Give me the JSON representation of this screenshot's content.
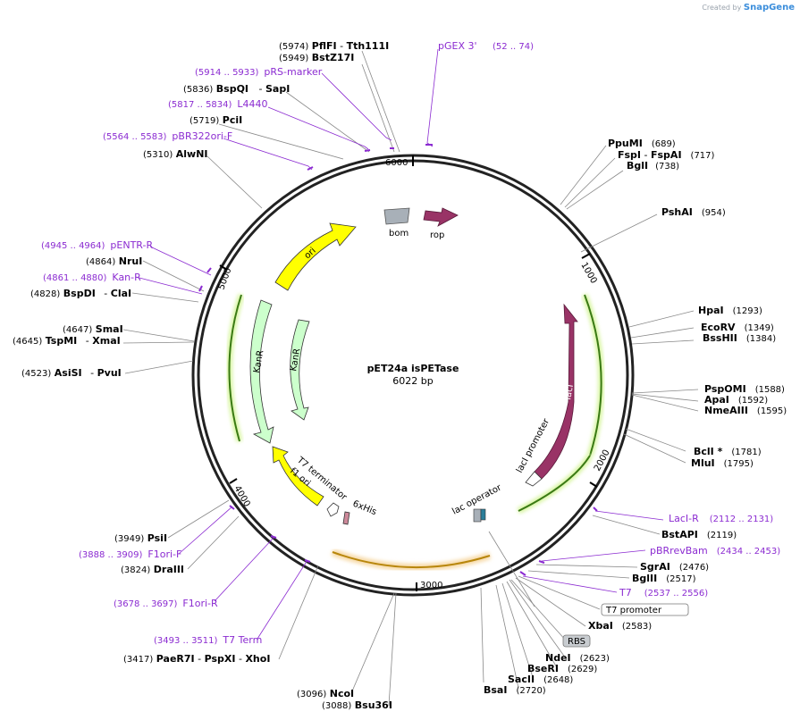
{
  "credit": {
    "prefix": "Created by",
    "brand": "SnapGene"
  },
  "plasmid": {
    "name": "pET24a isPETase",
    "size": "6022 bp"
  },
  "ticks": [
    "1000",
    "2000",
    "3000",
    "4000",
    "5000",
    "6000"
  ],
  "features": {
    "bom": "bom",
    "rop": "rop",
    "ori": "ori",
    "kanR_outer": "KanR",
    "kanR_inner": "KanR",
    "f1ori": "f1 ori",
    "t7term": "T7 terminator",
    "his": "6xHis",
    "lacI": "lacI",
    "laciprom": "lacI promoter",
    "lacop": "lac operator"
  },
  "labels": [
    {
      "pos": "(5974)",
      "name": "PflFI",
      "name2": "Tth111I",
      "kind": "site"
    },
    {
      "pos": "(5949)",
      "name": "BstZ17I",
      "kind": "site"
    },
    {
      "pos": "(52 .. 74)",
      "name": "pGEX 3'",
      "kind": "primer"
    },
    {
      "pos": "(5914 .. 5933)",
      "name": "pRS-marker",
      "kind": "primer"
    },
    {
      "pos": "(5836)",
      "name": "BspQI",
      "name2": "SapI",
      "kind": "site"
    },
    {
      "pos": "(5817 .. 5834)",
      "name": "L4440",
      "kind": "primer"
    },
    {
      "pos": "(5719)",
      "name": "PciI",
      "kind": "site"
    },
    {
      "pos": "(5564 .. 5583)",
      "name": "pBR322ori-F",
      "kind": "primer"
    },
    {
      "pos": "(5310)",
      "name": "AlwNI",
      "kind": "site"
    },
    {
      "pos": "(689)",
      "name": "PpuMI",
      "kind": "site"
    },
    {
      "pos": "(717)",
      "name": "FspI",
      "name2": "FspAI",
      "kind": "site"
    },
    {
      "pos": "(738)",
      "name": "BglI",
      "kind": "site"
    },
    {
      "pos": "(954)",
      "name": "PshAI",
      "kind": "site"
    },
    {
      "pos": "(4945 .. 4964)",
      "name": "pENTR-R",
      "kind": "primer"
    },
    {
      "pos": "(4864)",
      "name": "NruI",
      "kind": "site"
    },
    {
      "pos": "(4861 .. 4880)",
      "name": "Kan-R",
      "kind": "primer"
    },
    {
      "pos": "(4828)",
      "name": "BspDI",
      "name2": "ClaI",
      "kind": "site"
    },
    {
      "pos": "(4647)",
      "name": "SmaI",
      "kind": "site"
    },
    {
      "pos": "(4645)",
      "name": "TspMI",
      "name2": "XmaI",
      "kind": "site"
    },
    {
      "pos": "(4523)",
      "name": "AsiSI",
      "name2": "PvuI",
      "kind": "site"
    },
    {
      "pos": "(1293)",
      "name": "HpaI",
      "kind": "site"
    },
    {
      "pos": "(1349)",
      "name": "EcoRV",
      "kind": "site"
    },
    {
      "pos": "(1384)",
      "name": "BssHII",
      "kind": "site"
    },
    {
      "pos": "(1588)",
      "name": "PspOMI",
      "kind": "site"
    },
    {
      "pos": "(1592)",
      "name": "ApaI",
      "kind": "site"
    },
    {
      "pos": "(1595)",
      "name": "NmeAIII",
      "kind": "site"
    },
    {
      "pos": "(1781)",
      "name": "BclI *",
      "kind": "site"
    },
    {
      "pos": "(1795)",
      "name": "MluI",
      "kind": "site"
    },
    {
      "pos": "(2112 .. 2131)",
      "name": "LacI-R",
      "kind": "primer"
    },
    {
      "pos": "(2119)",
      "name": "BstAPI",
      "kind": "site"
    },
    {
      "pos": "(2434 .. 2453)",
      "name": "pBRrevBam",
      "kind": "primer"
    },
    {
      "pos": "(2476)",
      "name": "SgrAI",
      "kind": "site"
    },
    {
      "pos": "(2517)",
      "name": "BglII",
      "kind": "site"
    },
    {
      "pos": "(2537 .. 2556)",
      "name": "T7",
      "kind": "primer"
    },
    {
      "name": "T7 promoter",
      "kind": "boxed"
    },
    {
      "pos": "(2583)",
      "name": "XbaI",
      "kind": "site"
    },
    {
      "name": "RBS",
      "kind": "boxed-gray"
    },
    {
      "pos": "(2623)",
      "name": "NdeI",
      "kind": "site"
    },
    {
      "pos": "(2629)",
      "name": "BseRI",
      "kind": "site"
    },
    {
      "pos": "(2648)",
      "name": "SacII",
      "kind": "site"
    },
    {
      "pos": "(2720)",
      "name": "BsaI",
      "kind": "site"
    },
    {
      "pos": "(3949)",
      "name": "PsiI",
      "kind": "site"
    },
    {
      "pos": "(3888 .. 3909)",
      "name": "F1ori-F",
      "kind": "primer"
    },
    {
      "pos": "(3824)",
      "name": "DraIII",
      "kind": "site"
    },
    {
      "pos": "(3678 .. 3697)",
      "name": "F1ori-R",
      "kind": "primer"
    },
    {
      "pos": "(3493 .. 3511)",
      "name": "T7 Term",
      "kind": "primer"
    },
    {
      "pos": "(3417)",
      "name": "PaeR7I",
      "name2": "PspXI",
      "name3": "XhoI",
      "kind": "site"
    },
    {
      "pos": "(3096)",
      "name": "NcoI",
      "kind": "site"
    },
    {
      "pos": "(3088)",
      "name": "Bsu36I",
      "kind": "site"
    }
  ],
  "colors": {
    "primer": "#8b2bd1",
    "ori": "#ffff00",
    "kan": "#ccffcc",
    "laci": "#993366",
    "bom": "#a8b0b8",
    "rop": "#993366"
  }
}
